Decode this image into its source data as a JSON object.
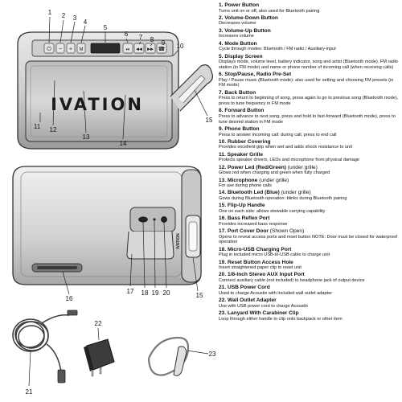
{
  "brand": "IVATION",
  "side_badge": "IVATION",
  "button_glyphs": [
    "⏻",
    "−",
    "+",
    "M",
    "⏯",
    "◀◀",
    "▶▶",
    "☎"
  ],
  "callouts": [
    "1",
    "2",
    "3",
    "4",
    "5",
    "6",
    "7",
    "8",
    "9",
    "10",
    "11",
    "12",
    "13",
    "14",
    "15",
    "16",
    "17",
    "18",
    "19",
    "20",
    "21",
    "22",
    "23"
  ],
  "legend": [
    {
      "num": "1.",
      "title": "Power Button",
      "note": "",
      "desc": "Turns unit on or off, also used for Bluetooth pairing"
    },
    {
      "num": "2.",
      "title": "Volume-Down Button",
      "note": "",
      "desc": "Decreases volume"
    },
    {
      "num": "3.",
      "title": "Volume-Up Button",
      "note": "",
      "desc": "Increases volume"
    },
    {
      "num": "4.",
      "title": "Mode Button",
      "note": "",
      "desc": "Cycle through modes: Bluetooth / FM radio / Auxiliary-input"
    },
    {
      "num": "5.",
      "title": "Display Screen",
      "note": "",
      "desc": "Displays mode, volume level, battery indicator, song and artist (Bluetooth mode), FM radio station (in FM mode) and name or phone number of incoming call (when receiving calls)"
    },
    {
      "num": "6.",
      "title": "Stop/Pause, Radio Pre-Set",
      "note": "",
      "desc": "Play / Pause music (Bluetooth mode): also used for setting and choosing FM presets (in FM mode)"
    },
    {
      "num": "7.",
      "title": "Back Button",
      "note": "",
      "desc": "Press to return to beginning of song, press again to go to previous song (Bluetooth mode), press to tune frequency in FM mode"
    },
    {
      "num": "8.",
      "title": "Forward Button",
      "note": "",
      "desc": "Press to advance to next song, press and hold to fast-forward (Bluetooth mode), press to tune desired station in FM mode"
    },
    {
      "num": "9.",
      "title": "Phone Button",
      "note": "",
      "desc": "Press to answer incoming call: during call, press to end call"
    },
    {
      "num": "10.",
      "title": "Rubber Covering",
      "note": "",
      "desc": "Provides excellent grip when wet and adds shock resistance to unit"
    },
    {
      "num": "11.",
      "title": "Speaker Grille",
      "note": "",
      "desc": "Protects speaker drivers, LEDs and microphone from physical damage"
    },
    {
      "num": "12.",
      "title": "Power Led (Red/Green)",
      "note": " (under grille)",
      "desc": "Glows red when charging and green when fully charged"
    },
    {
      "num": "13.",
      "title": "Microphone",
      "note": " (under grille)",
      "desc": "For use during phone calls"
    },
    {
      "num": "14.",
      "title": "Bluetooth Led (Blue)",
      "note": " (under grille)",
      "desc": "Gows during Bluetooth operation: blinks during Bluetooth pairing"
    },
    {
      "num": "15.",
      "title": "Flip-Up Handle",
      "note": "",
      "desc": "One on each side: allows stowable carrying capability"
    },
    {
      "num": "16.",
      "title": "Bass Reflex Port",
      "note": "",
      "desc": "Provides increased bass response"
    },
    {
      "num": "17.",
      "title": "Port Cover Door",
      "note": " (Shown Open)",
      "desc": "Opens to reveal access ports and reset button NOTE: Door must be closed for waterproof operation"
    },
    {
      "num": "18.",
      "title": "Micro-USB Charging Port",
      "note": "",
      "desc": "Plug in included micro USB-to-USB cable to charge unit"
    },
    {
      "num": "19.",
      "title": "Reset Button Access Hole",
      "note": "",
      "desc": "Insert straightened paper clip to reset unit"
    },
    {
      "num": "20.",
      "title": "1/8-Inch Stereo AUX Input Port",
      "note": "",
      "desc": "Connect auxiliary cable (not included) to headphone jack of output device"
    },
    {
      "num": "21.",
      "title": "USB Power Cord",
      "note": "",
      "desc": "Used to charge Acoustix with included wall outlet adapter"
    },
    {
      "num": "22.",
      "title": "Wall Outlet Adapter",
      "note": "",
      "desc": "Use with USB power cord to charge Acoustix"
    },
    {
      "num": "23.",
      "title": "Lanyard With Carabiner Clip",
      "note": "",
      "desc": "Loop through either handle to clip onto backpack or other item"
    }
  ]
}
